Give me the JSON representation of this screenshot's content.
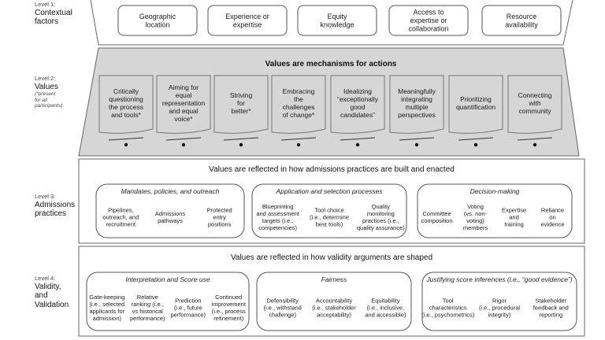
{
  "level1": {
    "level": "Level 1:",
    "title_lines": [
      "Contextual",
      "factors"
    ],
    "factors": [
      [
        "Geographic",
        "location"
      ],
      [
        "Experience or",
        "expertise"
      ],
      [
        "Equity",
        "knowledge"
      ],
      [
        "Access to",
        "expertise or",
        "collaboration"
      ],
      [
        "Resource",
        "availability"
      ]
    ]
  },
  "level2": {
    "level": "Level 2:",
    "title": "Values",
    "note_lines": [
      "(*present",
      "for all",
      "participants)"
    ],
    "heading": "Values are mechanisms for actions",
    "values": [
      [
        "Critically",
        "questioning",
        "the process",
        "and tools*"
      ],
      [
        "Aiming for",
        "equal",
        "representation",
        "and equal",
        "voice*"
      ],
      [
        "Striving",
        "for",
        "better*"
      ],
      [
        "Embracing",
        "the",
        "challenges",
        "of change*"
      ],
      [
        "Idealizing",
        "“exceptionally",
        "good",
        "candidates”"
      ],
      [
        "Meaningfully",
        "integrating",
        "multiple",
        "perspectives"
      ],
      [
        "Prioritizing",
        "quantification"
      ],
      [
        "Connecting",
        "with",
        "community"
      ]
    ]
  },
  "level3": {
    "level": "Level 3:",
    "title_lines": [
      "Admissions",
      "practices"
    ],
    "heading": "Values are reflected in how admissions practices are built and enacted",
    "groups": [
      {
        "title": "Mandates, policies, and outreach",
        "items": [
          [
            "Pipelines,",
            "outreach, and",
            "recruitment"
          ],
          [
            "Admissions",
            "pathways"
          ],
          [
            "Protected",
            "entry",
            "positions"
          ]
        ]
      },
      {
        "title": "Application and selection processes",
        "items": [
          [
            "Blueprinting",
            "and assessment",
            "targets (i.e.,",
            "competencies)"
          ],
          [
            "Tool choice",
            "(i.e., determine",
            "best tools)"
          ],
          [
            "Quality",
            "monitoring",
            "practices (i.e.,",
            "quality assurance)"
          ]
        ]
      },
      {
        "title": "Decision-making",
        "items": [
          [
            "Committee",
            "composition"
          ],
          [
            "Voting",
            "(vs. non-",
            "voting)",
            "members"
          ],
          [
            "Expertise",
            "and",
            "training"
          ],
          [
            "Reliance",
            "on",
            "evidence"
          ]
        ]
      }
    ]
  },
  "level4": {
    "level": "Level 4:",
    "title_lines": [
      "Validity,",
      "and",
      "Validation"
    ],
    "heading": "Values are reflected in how validity arguments are shaped",
    "groups": [
      {
        "title": "Interpretation and Score use",
        "items": [
          [
            "Gate-keeping",
            "(i.e., selected",
            "applicants for",
            "admission)"
          ],
          [
            "Relative",
            "ranking (i.e.,",
            "vs historical",
            "performance)"
          ],
          [
            "Prediction",
            "(i.e., future",
            "performance)"
          ],
          [
            "Continued",
            "improvement",
            "(i.e., process",
            "refinement)"
          ]
        ]
      },
      {
        "title": "Fairness",
        "items": [
          [
            "Defensibility",
            "(i.e., withstand",
            "challenge)"
          ],
          [
            "Accountability",
            "(i.e., stakeholder",
            "acceptability)"
          ],
          [
            "Equitability",
            "(i.e., inclusive,",
            "and accessible)"
          ]
        ]
      },
      {
        "title": "Justifying score inferences (i.e., “good evidence”)",
        "items": [
          [
            "Tool",
            "characteristics",
            "(i.e., psychometrics)"
          ],
          [
            "Rigor",
            "(i.e., procedural",
            "integrity)"
          ],
          [
            "Stakeholder",
            "feedback and",
            "reporting"
          ]
        ]
      }
    ]
  }
}
